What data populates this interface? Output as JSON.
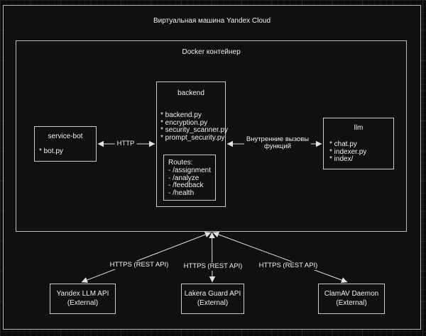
{
  "colors": {
    "background": "#0a0a0a",
    "box_fill": "#101010",
    "border": "#cbcbcb",
    "text": "#f1f1f1",
    "arrow": "#e2e2e2"
  },
  "vm": {
    "title": "Виртуальная машина Yandex Cloud"
  },
  "docker": {
    "title": "Docker контейнер"
  },
  "nodes": {
    "service_bot": {
      "title": "service-bot",
      "items": [
        "* bot.py"
      ]
    },
    "backend": {
      "title": "backend",
      "items": [
        "* backend.py",
        "* encryption.py",
        "* security_scanner.py",
        "* prompt_security.py"
      ],
      "routes": {
        "title": "Routes:",
        "items": [
          "- /assignment",
          "- /analyze",
          "- /feedback",
          "- /health"
        ]
      }
    },
    "llm": {
      "title": "llm",
      "items": [
        "* chat.py",
        "* indexer.py",
        "* index/"
      ]
    },
    "yandex_llm_api": {
      "line1": "Yandex LLM API",
      "line2": "(External)"
    },
    "lakera_guard_api": {
      "line1": "Lakera Guard API",
      "line2": "(External)"
    },
    "clamav_daemon": {
      "line1": "ClamAV Daemon",
      "line2": "(External)"
    }
  },
  "edges": {
    "http": {
      "label": "HTTP"
    },
    "internal_calls": {
      "line1": "Внутренние вызовы",
      "line2": "функций"
    },
    "https_labels": [
      "HTTPS (REST API)",
      "HTTPS (REST API)",
      "HTTPS (REST API)"
    ]
  }
}
